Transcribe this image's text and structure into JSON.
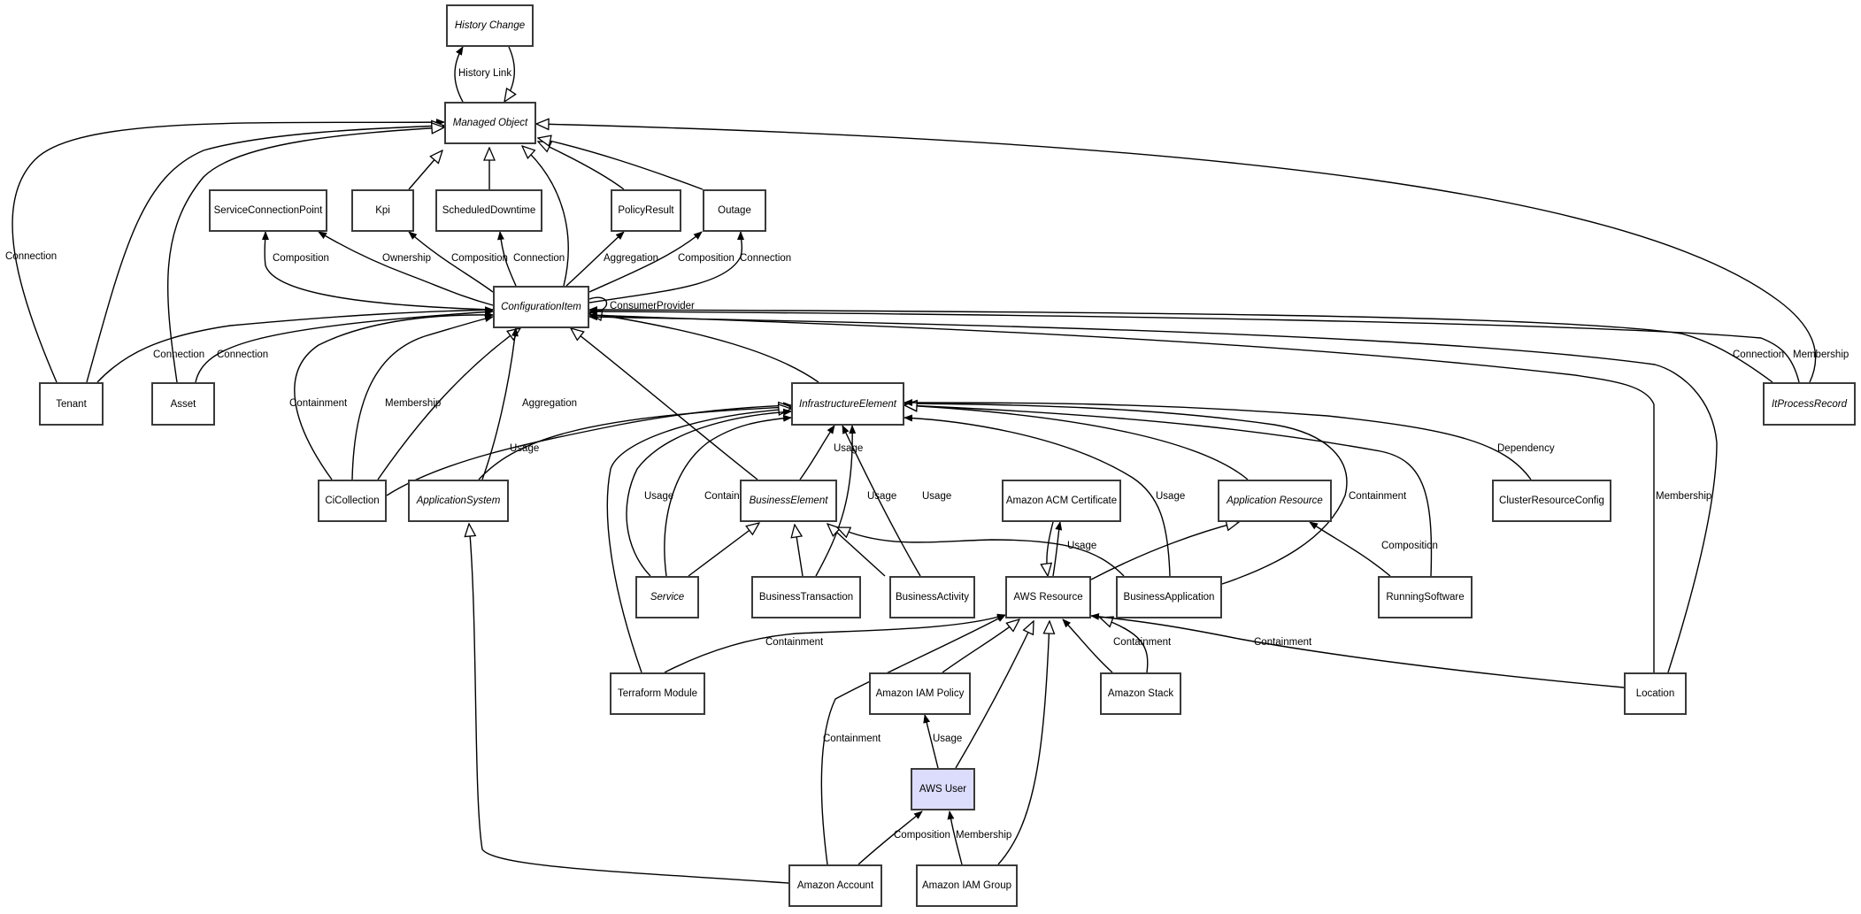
{
  "diagram": {
    "title": "Class relationship diagram",
    "selected_node": "aws_user",
    "selected_fill": "#dcdcfc",
    "nodes": [
      {
        "id": "history_change",
        "label": "History Change",
        "abstract": true
      },
      {
        "id": "managed_object",
        "label": "Managed Object",
        "abstract": true
      },
      {
        "id": "service_connection_point",
        "label": "ServiceConnectionPoint",
        "abstract": false
      },
      {
        "id": "kpi",
        "label": "Kpi",
        "abstract": false
      },
      {
        "id": "scheduled_downtime",
        "label": "ScheduledDowntime",
        "abstract": false
      },
      {
        "id": "policy_result",
        "label": "PolicyResult",
        "abstract": false
      },
      {
        "id": "outage",
        "label": "Outage",
        "abstract": false
      },
      {
        "id": "configuration_item",
        "label": "ConfigurationItem",
        "abstract": true
      },
      {
        "id": "tenant",
        "label": "Tenant",
        "abstract": false
      },
      {
        "id": "asset",
        "label": "Asset",
        "abstract": false
      },
      {
        "id": "infrastructure_element",
        "label": "InfrastructureElement",
        "abstract": true
      },
      {
        "id": "it_process_record",
        "label": "ItProcessRecord",
        "abstract": true
      },
      {
        "id": "ci_collection",
        "label": "CiCollection",
        "abstract": false
      },
      {
        "id": "application_system",
        "label": "ApplicationSystem",
        "abstract": true
      },
      {
        "id": "business_element",
        "label": "BusinessElement",
        "abstract": true
      },
      {
        "id": "amazon_acm_certificate",
        "label": "Amazon ACM Certificate",
        "abstract": false
      },
      {
        "id": "application_resource",
        "label": "Application Resource",
        "abstract": true
      },
      {
        "id": "cluster_resource_config",
        "label": "ClusterResourceConfig",
        "abstract": false
      },
      {
        "id": "service",
        "label": "Service",
        "abstract": true
      },
      {
        "id": "business_transaction",
        "label": "BusinessTransaction",
        "abstract": false
      },
      {
        "id": "business_activity",
        "label": "BusinessActivity",
        "abstract": false
      },
      {
        "id": "aws_resource",
        "label": "AWS Resource",
        "abstract": false
      },
      {
        "id": "business_application",
        "label": "BusinessApplication",
        "abstract": false
      },
      {
        "id": "running_software",
        "label": "RunningSoftware",
        "abstract": false
      },
      {
        "id": "terraform_module",
        "label": "Terraform Module",
        "abstract": false
      },
      {
        "id": "amazon_iam_policy",
        "label": "Amazon IAM Policy",
        "abstract": false
      },
      {
        "id": "amazon_stack",
        "label": "Amazon Stack",
        "abstract": false
      },
      {
        "id": "location",
        "label": "Location",
        "abstract": false
      },
      {
        "id": "aws_user",
        "label": "AWS User",
        "abstract": false
      },
      {
        "id": "amazon_account",
        "label": "Amazon Account",
        "abstract": false
      },
      {
        "id": "amazon_iam_group",
        "label": "Amazon IAM Group",
        "abstract": false
      }
    ],
    "edges": [
      {
        "id": "e1",
        "from": "managed_object",
        "to": "history_change",
        "label": "History Link",
        "arrow": "filled"
      },
      {
        "id": "e2",
        "from": "history_change",
        "to": "managed_object",
        "label": "",
        "arrow": "hollow"
      },
      {
        "id": "e3",
        "from": "tenant",
        "to": "managed_object",
        "label": "Connection",
        "arrow": "filled"
      },
      {
        "id": "e4",
        "from": "tenant",
        "to": "managed_object",
        "label": "",
        "arrow": "hollow"
      },
      {
        "id": "e5",
        "from": "asset",
        "to": "managed_object",
        "label": "",
        "arrow": "hollow"
      },
      {
        "id": "e6",
        "from": "kpi",
        "to": "managed_object",
        "label": "",
        "arrow": "hollow"
      },
      {
        "id": "e7",
        "from": "scheduled_downtime",
        "to": "managed_object",
        "label": "",
        "arrow": "hollow"
      },
      {
        "id": "e8",
        "from": "configuration_item",
        "to": "managed_object",
        "label": "",
        "arrow": "hollow"
      },
      {
        "id": "e9",
        "from": "policy_result",
        "to": "managed_object",
        "label": "",
        "arrow": "hollow"
      },
      {
        "id": "e10",
        "from": "outage",
        "to": "managed_object",
        "label": "",
        "arrow": "hollow"
      },
      {
        "id": "e11",
        "from": "it_process_record",
        "to": "managed_object",
        "label": "",
        "arrow": "hollow"
      },
      {
        "id": "e12",
        "from": "configuration_item",
        "to": "service_connection_point",
        "label": "Composition",
        "arrow": "filled"
      },
      {
        "id": "e13",
        "from": "configuration_item",
        "to": "service_connection_point",
        "label": "Ownership",
        "arrow": "filled"
      },
      {
        "id": "e14",
        "from": "configuration_item",
        "to": "kpi",
        "label": "Composition",
        "arrow": "filled"
      },
      {
        "id": "e15",
        "from": "configuration_item",
        "to": "scheduled_downtime",
        "label": "Connection",
        "arrow": "filled"
      },
      {
        "id": "e16",
        "from": "configuration_item",
        "to": "policy_result",
        "label": "Aggregation",
        "arrow": "filled"
      },
      {
        "id": "e17",
        "from": "configuration_item",
        "to": "outage",
        "label": "Composition",
        "arrow": "filled"
      },
      {
        "id": "e18",
        "from": "configuration_item",
        "to": "outage",
        "label": "Connection",
        "arrow": "filled"
      },
      {
        "id": "e19",
        "from": "configuration_item",
        "to": "configuration_item",
        "label": "ConsumerProvider",
        "arrow": "filled"
      },
      {
        "id": "e20",
        "from": "tenant",
        "to": "configuration_item",
        "label": "Connection",
        "arrow": "filled"
      },
      {
        "id": "e21",
        "from": "asset",
        "to": "configuration_item",
        "label": "Connection",
        "arrow": "filled"
      },
      {
        "id": "e22",
        "from": "ci_collection",
        "to": "configuration_item",
        "label": "Containment",
        "arrow": "filled"
      },
      {
        "id": "e23",
        "from": "ci_collection",
        "to": "configuration_item",
        "label": "Membership",
        "arrow": "filled"
      },
      {
        "id": "e24",
        "from": "ci_collection",
        "to": "configuration_item",
        "label": "",
        "arrow": "hollow"
      },
      {
        "id": "e25",
        "from": "application_system",
        "to": "configuration_item",
        "label": "Aggregation",
        "arrow": "filled"
      },
      {
        "id": "e26",
        "from": "business_element",
        "to": "configuration_item",
        "label": "",
        "arrow": "hollow"
      },
      {
        "id": "e27",
        "from": "infrastructure_element",
        "to": "configuration_item",
        "label": "",
        "arrow": "hollow"
      },
      {
        "id": "e28",
        "from": "it_process_record",
        "to": "configuration_item",
        "label": "Connection",
        "arrow": "filled"
      },
      {
        "id": "e29",
        "from": "it_process_record",
        "to": "configuration_item",
        "label": "Membership",
        "arrow": "filled"
      },
      {
        "id": "e30",
        "from": "location",
        "to": "configuration_item",
        "label": "",
        "arrow": "filled"
      },
      {
        "id": "e31",
        "from": "location",
        "to": "configuration_item",
        "label": "Membership",
        "arrow": "filled"
      },
      {
        "id": "e32",
        "from": "ci_collection",
        "to": "infrastructure_element",
        "label": "Usage",
        "arrow": "filled"
      },
      {
        "id": "e33",
        "from": "application_system",
        "to": "infrastructure_element",
        "label": "",
        "arrow": "hollow"
      },
      {
        "id": "e34",
        "from": "terraform_module",
        "to": "infrastructure_element",
        "label": "",
        "arrow": "hollow"
      },
      {
        "id": "e35",
        "from": "service",
        "to": "infrastructure_element",
        "label": "Usage",
        "arrow": "filled"
      },
      {
        "id": "e36",
        "from": "service",
        "to": "infrastructure_element",
        "label": "Containment",
        "arrow": "filled"
      },
      {
        "id": "e37",
        "from": "business_element",
        "to": "infrastructure_element",
        "label": "Usage",
        "arrow": "filled"
      },
      {
        "id": "e38",
        "from": "business_transaction",
        "to": "infrastructure_element",
        "label": "Usage",
        "arrow": "filled"
      },
      {
        "id": "e39",
        "from": "business_activity",
        "to": "infrastructure_element",
        "label": "Usage",
        "arrow": "filled"
      },
      {
        "id": "e40",
        "from": "business_application",
        "to": "infrastructure_element",
        "label": "Usage",
        "arrow": "filled"
      },
      {
        "id": "e41",
        "from": "application_resource",
        "to": "infrastructure_element",
        "label": "",
        "arrow": "hollow"
      },
      {
        "id": "e42",
        "from": "business_application",
        "to": "infrastructure_element",
        "label": "Containment",
        "arrow": "filled"
      },
      {
        "id": "e43",
        "from": "running_software",
        "to": "infrastructure_element",
        "label": "",
        "arrow": "hollow"
      },
      {
        "id": "e44",
        "from": "cluster_resource_config",
        "to": "infrastructure_element",
        "label": "Dependency",
        "arrow": "filled"
      },
      {
        "id": "e45",
        "from": "service",
        "to": "business_element",
        "label": "",
        "arrow": "hollow"
      },
      {
        "id": "e46",
        "from": "business_transaction",
        "to": "business_element",
        "label": "",
        "arrow": "hollow"
      },
      {
        "id": "e47",
        "from": "business_activity",
        "to": "business_element",
        "label": "",
        "arrow": "hollow"
      },
      {
        "id": "e48",
        "from": "business_application",
        "to": "business_element",
        "label": "",
        "arrow": "hollow"
      },
      {
        "id": "e49",
        "from": "aws_resource",
        "to": "amazon_acm_certificate",
        "label": "Usage",
        "arrow": "filled"
      },
      {
        "id": "e50",
        "from": "amazon_acm_certificate",
        "to": "aws_resource",
        "label": "",
        "arrow": "hollow"
      },
      {
        "id": "e51",
        "from": "aws_resource",
        "to": "application_resource",
        "label": "",
        "arrow": "hollow"
      },
      {
        "id": "e52",
        "from": "running_software",
        "to": "application_resource",
        "label": "Composition",
        "arrow": "filled"
      },
      {
        "id": "e53",
        "from": "terraform_module",
        "to": "aws_resource",
        "label": "Containment",
        "arrow": "filled"
      },
      {
        "id": "e54",
        "from": "amazon_iam_policy",
        "to": "aws_resource",
        "label": "",
        "arrow": "hollow"
      },
      {
        "id": "e55",
        "from": "aws_user",
        "to": "aws_resource",
        "label": "",
        "arrow": "hollow"
      },
      {
        "id": "e56",
        "from": "amazon_iam_group",
        "to": "aws_resource",
        "label": "",
        "arrow": "hollow"
      },
      {
        "id": "e57",
        "from": "amazon_stack",
        "to": "aws_resource",
        "label": "Containment",
        "arrow": "filled"
      },
      {
        "id": "e58",
        "from": "amazon_stack",
        "to": "aws_resource",
        "label": "",
        "arrow": "hollow"
      },
      {
        "id": "e59",
        "from": "location",
        "to": "aws_resource",
        "label": "Containment",
        "arrow": "filled"
      },
      {
        "id": "e60",
        "from": "amazon_account",
        "to": "aws_resource",
        "label": "Containment",
        "arrow": "filled"
      },
      {
        "id": "e61",
        "from": "aws_user",
        "to": "amazon_iam_policy",
        "label": "Usage",
        "arrow": "filled"
      },
      {
        "id": "e62",
        "from": "amazon_account",
        "to": "aws_user",
        "label": "Composition",
        "arrow": "filled"
      },
      {
        "id": "e63",
        "from": "amazon_iam_group",
        "to": "aws_user",
        "label": "Membership",
        "arrow": "filled"
      },
      {
        "id": "e64",
        "from": "amazon_account",
        "to": "application_system",
        "label": "",
        "arrow": "hollow"
      }
    ]
  }
}
